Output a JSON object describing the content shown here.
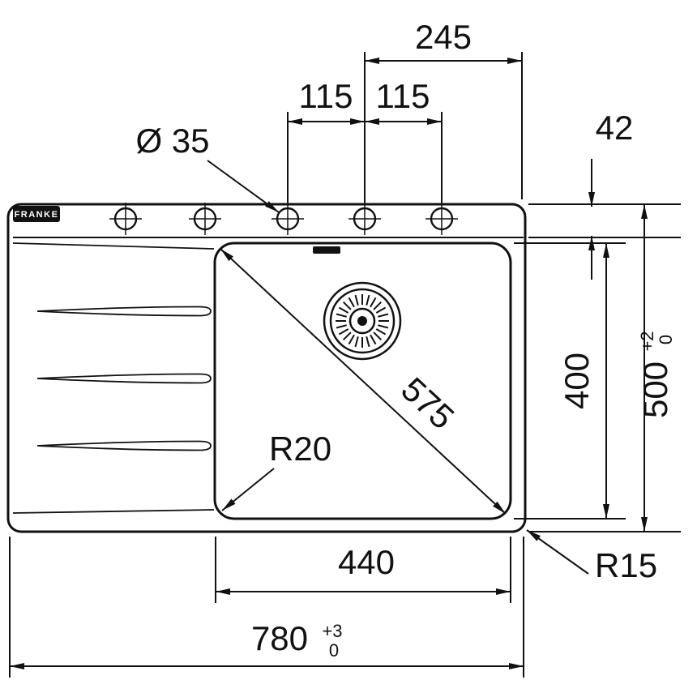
{
  "brand": "FRANKE",
  "dims": {
    "tap_zone_width": "245",
    "hole_pitch_left": "115",
    "hole_pitch_right": "115",
    "hole_diameter": "Ø 35",
    "edge_to_bowl": "42",
    "bowl_diagonal": "575",
    "bowl_width": "400",
    "overall_width": "500",
    "overall_width_tol_plus": "+2",
    "overall_width_tol_minus": "0",
    "bowl_corner_radius": "R20",
    "outer_corner_radius": "R15",
    "bowl_length": "440",
    "overall_length": "780",
    "overall_length_tol_plus": "+3",
    "overall_length_tol_minus": "0"
  },
  "colors": {
    "line": "#111111",
    "background": "#ffffff"
  }
}
